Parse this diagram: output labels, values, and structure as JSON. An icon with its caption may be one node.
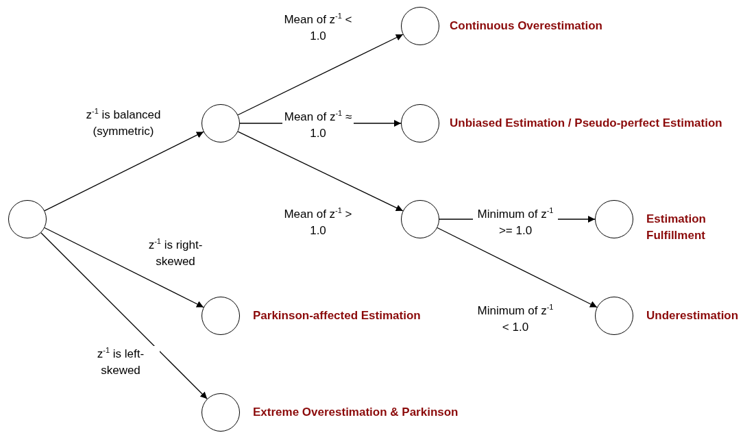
{
  "diagram": {
    "nodes": [
      {
        "text": [],
        "shape": "circle"
      },
      {
        "text": [],
        "shape": "circle"
      },
      {
        "text": [],
        "shape": "circle",
        "beside": [
          "Continuous Overestimation"
        ]
      },
      {
        "text": [],
        "shape": "circle",
        "beside": [
          "Unbiased Estimation / Pseudo-perfect Estimation"
        ]
      },
      {
        "text": [],
        "shape": "circle"
      },
      {
        "text": [],
        "shape": "circle",
        "beside": [
          "Estimation Fulfillment"
        ]
      },
      {
        "text": [],
        "shape": "circle",
        "beside": [
          "Parkinson-affected Estimation"
        ]
      },
      {
        "text": [],
        "shape": "circle",
        "beside": [
          "Underestimation"
        ]
      },
      {
        "text": [],
        "shape": "circle",
        "beside": [
          "Extreme Overestimation & Parkinson"
        ]
      }
    ],
    "edges": [
      {
        "from": 0,
        "to": 1,
        "arrow": "to",
        "label": "z$^{-1}$ is balanced (symmetric)"
      },
      {
        "from": 0,
        "to": 6,
        "arrow": "to",
        "label": "z$^{-1}$ is right-skewed"
      },
      {
        "from": 0,
        "to": 8,
        "arrow": "to",
        "label": "z$^{-1}$ is left-skewed"
      },
      {
        "from": 1,
        "to": 2,
        "arrow": "to",
        "label": "Mean of z$^{-1}$ < 1.0"
      },
      {
        "from": 1,
        "to": 3,
        "arrow": "to",
        "label": "Mean of z$^{-1}$ ≈ 1.0"
      },
      {
        "from": 1,
        "to": 4,
        "arrow": "to",
        "label": "Mean of z$^{-1}$ > 1.0"
      },
      {
        "from": 4,
        "to": 5,
        "arrow": "to",
        "label": "Minimum of z$^{-1}$ >= 1.0"
      },
      {
        "from": 4,
        "to": 7,
        "arrow": "to",
        "label": "Minimum of z$^{-1}$ < 1.0"
      }
    ]
  }
}
